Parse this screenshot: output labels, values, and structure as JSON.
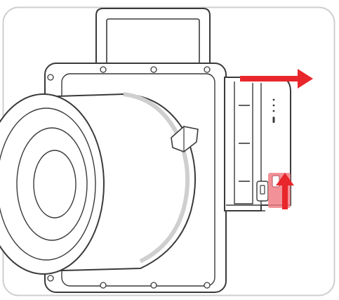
{
  "colors": {
    "outline": "#3a3a3a",
    "light_outline": "#9a9a9a",
    "frame": "#cfcfcf",
    "fill": "#ffffff",
    "shadow": "#ececec",
    "arrow": "#e8262b",
    "highlight": "#f07f86"
  },
  "illustration": {
    "subject": "device-with-handle-and-side-latch",
    "steps": [
      {
        "icon": "arrow-up-icon",
        "color_key": "arrow"
      },
      {
        "icon": "arrow-right-icon",
        "color_key": "arrow"
      }
    ]
  }
}
